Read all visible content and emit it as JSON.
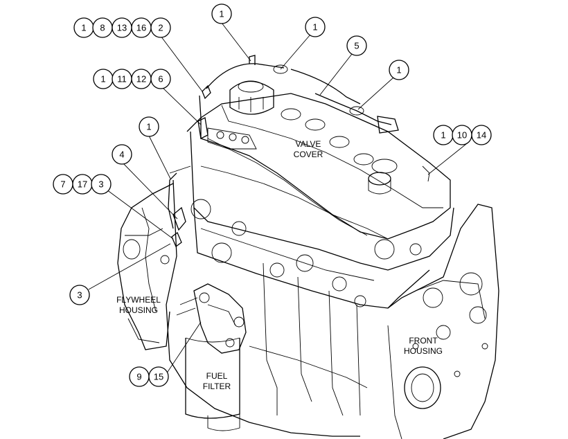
{
  "callouts": {
    "c_1_8_13_16": [
      "1",
      "8",
      "13",
      "16"
    ],
    "c_2": [
      "2"
    ],
    "c_1_top": [
      "1"
    ],
    "c_1_right_top": [
      "1"
    ],
    "c_5": [
      "5"
    ],
    "c_1_right": [
      "1"
    ],
    "c_1_11_12_6": [
      "1",
      "11",
      "12",
      "6"
    ],
    "c_1_mid": [
      "1"
    ],
    "c_1_10_14": [
      "1",
      "10",
      "14"
    ],
    "c_4": [
      "4"
    ],
    "c_7_17_3": [
      "7",
      "17",
      "3"
    ],
    "c_3_left": [
      "3"
    ],
    "c_9_15": [
      "9",
      "15"
    ]
  },
  "labels": {
    "valve_cover": [
      "VALVE",
      "COVER"
    ],
    "flywheel_housing": [
      "FLYWHEEL",
      "HOUSING"
    ],
    "front_housing": [
      "FRONT",
      "HOUSING"
    ],
    "fuel_filter": [
      "FUEL",
      "FILTER"
    ]
  }
}
